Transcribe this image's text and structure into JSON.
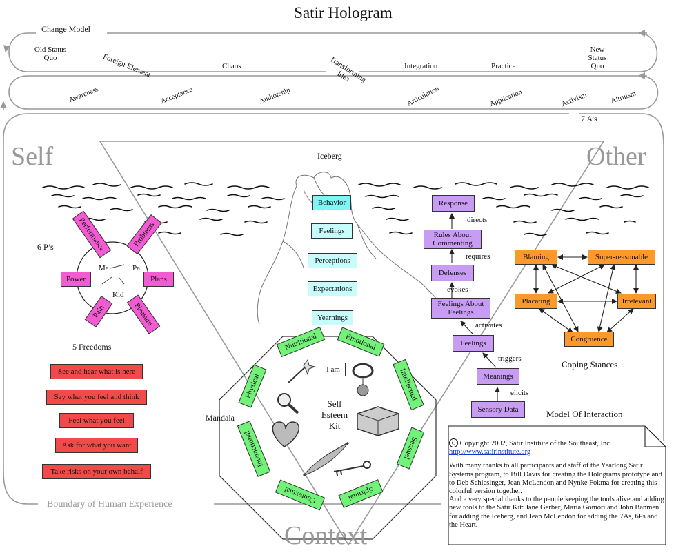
{
  "title": "Satir Hologram",
  "change_model": {
    "label": "Change Model",
    "stages": [
      "Old Status Quo",
      "Foreign Element",
      "Chaos",
      "Transforming Idea",
      "Integration",
      "Practice",
      "New Status Quo"
    ]
  },
  "seven_as": {
    "label": "7 A’s",
    "items": [
      "Awareness",
      "Acceptance",
      "Authorship",
      "Articulation",
      "Application",
      "Activism",
      "Altruism"
    ]
  },
  "self_label": "Self",
  "other_label": "Other",
  "context_label": "Context",
  "boundary_label": "Boundary of Human Experience",
  "iceberg": {
    "label": "Iceberg",
    "levels": [
      "Behavior",
      "Feelings",
      "Perceptions",
      "Expectations",
      "Yearnings"
    ]
  },
  "six_ps": {
    "label": "6 P’s",
    "petals": [
      "Performance",
      "Problems",
      "Power",
      "Plans",
      "Pain",
      "Pleasure"
    ],
    "center": [
      "Ma",
      "Pa",
      "Kid"
    ]
  },
  "five_freedoms": {
    "label": "5 Freedoms",
    "items": [
      "See and hear what is here",
      "Say what you feel and think",
      "Feel what you feel",
      "Ask for what you want",
      "Take risks on your own behalf"
    ]
  },
  "mandala": {
    "label": "Mandala",
    "segments": [
      "Nutritional",
      "Emotional",
      "Intellectual",
      "Sensual",
      "Spiritual",
      "Contextual",
      "Interactional",
      "Physical"
    ],
    "center_box": "I am",
    "center_text": [
      "Self",
      "Esteem",
      "Kit"
    ]
  },
  "interaction": {
    "label": "Model Of Interaction",
    "steps": [
      "Sensory Data",
      "Meanings",
      "Feelings",
      "Feelings About Feelings",
      "Defenses",
      "Rules About Commenting",
      "Response"
    ],
    "verbs": [
      "elicits",
      "triggers",
      "activates",
      "evokes",
      "requires",
      "directs"
    ]
  },
  "coping": {
    "label": "Coping Stances",
    "stances": [
      "Blaming",
      "Super-reasonable",
      "Placating",
      "Irrelevant",
      "Congruence"
    ]
  },
  "copyright": {
    "symbol": "C",
    "line": "Copyright 2002, Satir Institute of the Southeast, Inc.",
    "url": "http://www.satirinstitute.org",
    "thanks1": "With many thanks to all participants and staff of the Yearlong Satir Systems program, to Bill Davis for creating the Holograms prototype and to Deb Schlesinger, Jean McLendon and Nynke Fokma for creating this colorful version together.",
    "thanks2": "And a very special thanks to the people keeping the tools alive and adding new tools to the Satir Kit:  Jane Gerber, Maria Gomori and John Banmen for adding the Iceberg, and Jean McLendon for adding the 7As, 6Ps and the Heart."
  }
}
